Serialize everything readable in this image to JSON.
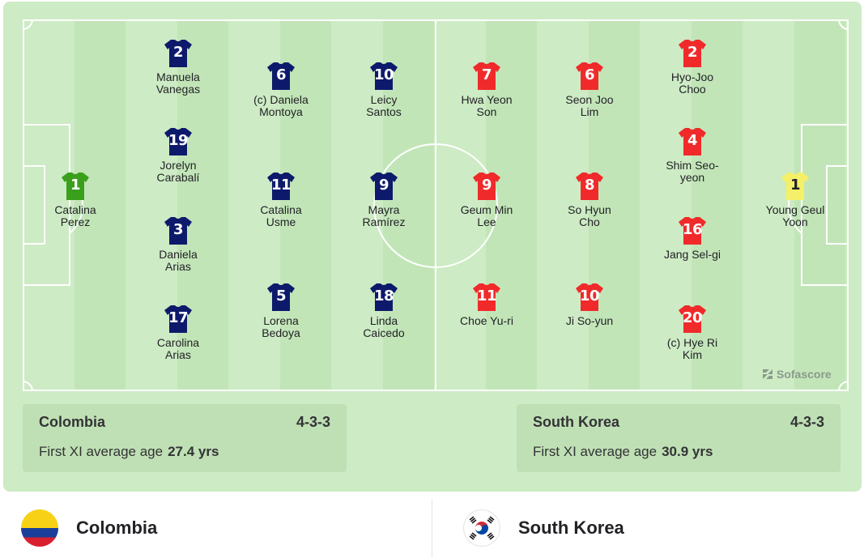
{
  "colors": {
    "home_kit": "#0d1a6b",
    "home_gk_kit": "#3aa01c",
    "away_kit": "#f02a2a",
    "away_gk_kit": "#f4f06a"
  },
  "home": {
    "name": "Colombia",
    "formation": "4-3-3",
    "avg_age_label": "First XI average age",
    "avg_age": "27.4 yrs",
    "players": [
      {
        "number": "1",
        "name": "Catalina\nPerez",
        "gk": true
      },
      {
        "number": "2",
        "name": "Manuela\nVanegas"
      },
      {
        "number": "19",
        "name": "Jorelyn\nCarabalí"
      },
      {
        "number": "3",
        "name": "Daniela\nArias"
      },
      {
        "number": "17",
        "name": "Carolina\nArias"
      },
      {
        "number": "6",
        "name": "(c) Daniela\nMontoya"
      },
      {
        "number": "11",
        "name": "Catalina\nUsme"
      },
      {
        "number": "5",
        "name": "Lorena\nBedoya"
      },
      {
        "number": "10",
        "name": "Leicy\nSantos"
      },
      {
        "number": "9",
        "name": "Mayra\nRamírez"
      },
      {
        "number": "18",
        "name": "Linda\nCaicedo"
      }
    ]
  },
  "away": {
    "name": "South Korea",
    "formation": "4-3-3",
    "avg_age_label": "First XI average age",
    "avg_age": "30.9 yrs",
    "players": [
      {
        "number": "7",
        "name": "Hwa Yeon\nSon"
      },
      {
        "number": "9",
        "name": "Geum Min\nLee"
      },
      {
        "number": "11",
        "name": "Choe Yu-ri"
      },
      {
        "number": "6",
        "name": "Seon Joo\nLim"
      },
      {
        "number": "8",
        "name": "So Hyun\nCho"
      },
      {
        "number": "10",
        "name": "Ji So-yun"
      },
      {
        "number": "2",
        "name": "Hyo-Joo\nChoo"
      },
      {
        "number": "4",
        "name": "Shim Seo-\nyeon"
      },
      {
        "number": "16",
        "name": "Jang Sel-gi"
      },
      {
        "number": "20",
        "name": "(c) Hye Ri\nKim"
      },
      {
        "number": "1",
        "name": "Young Geul\nYoon",
        "gk": true
      }
    ]
  },
  "watermark": "Sofascore"
}
